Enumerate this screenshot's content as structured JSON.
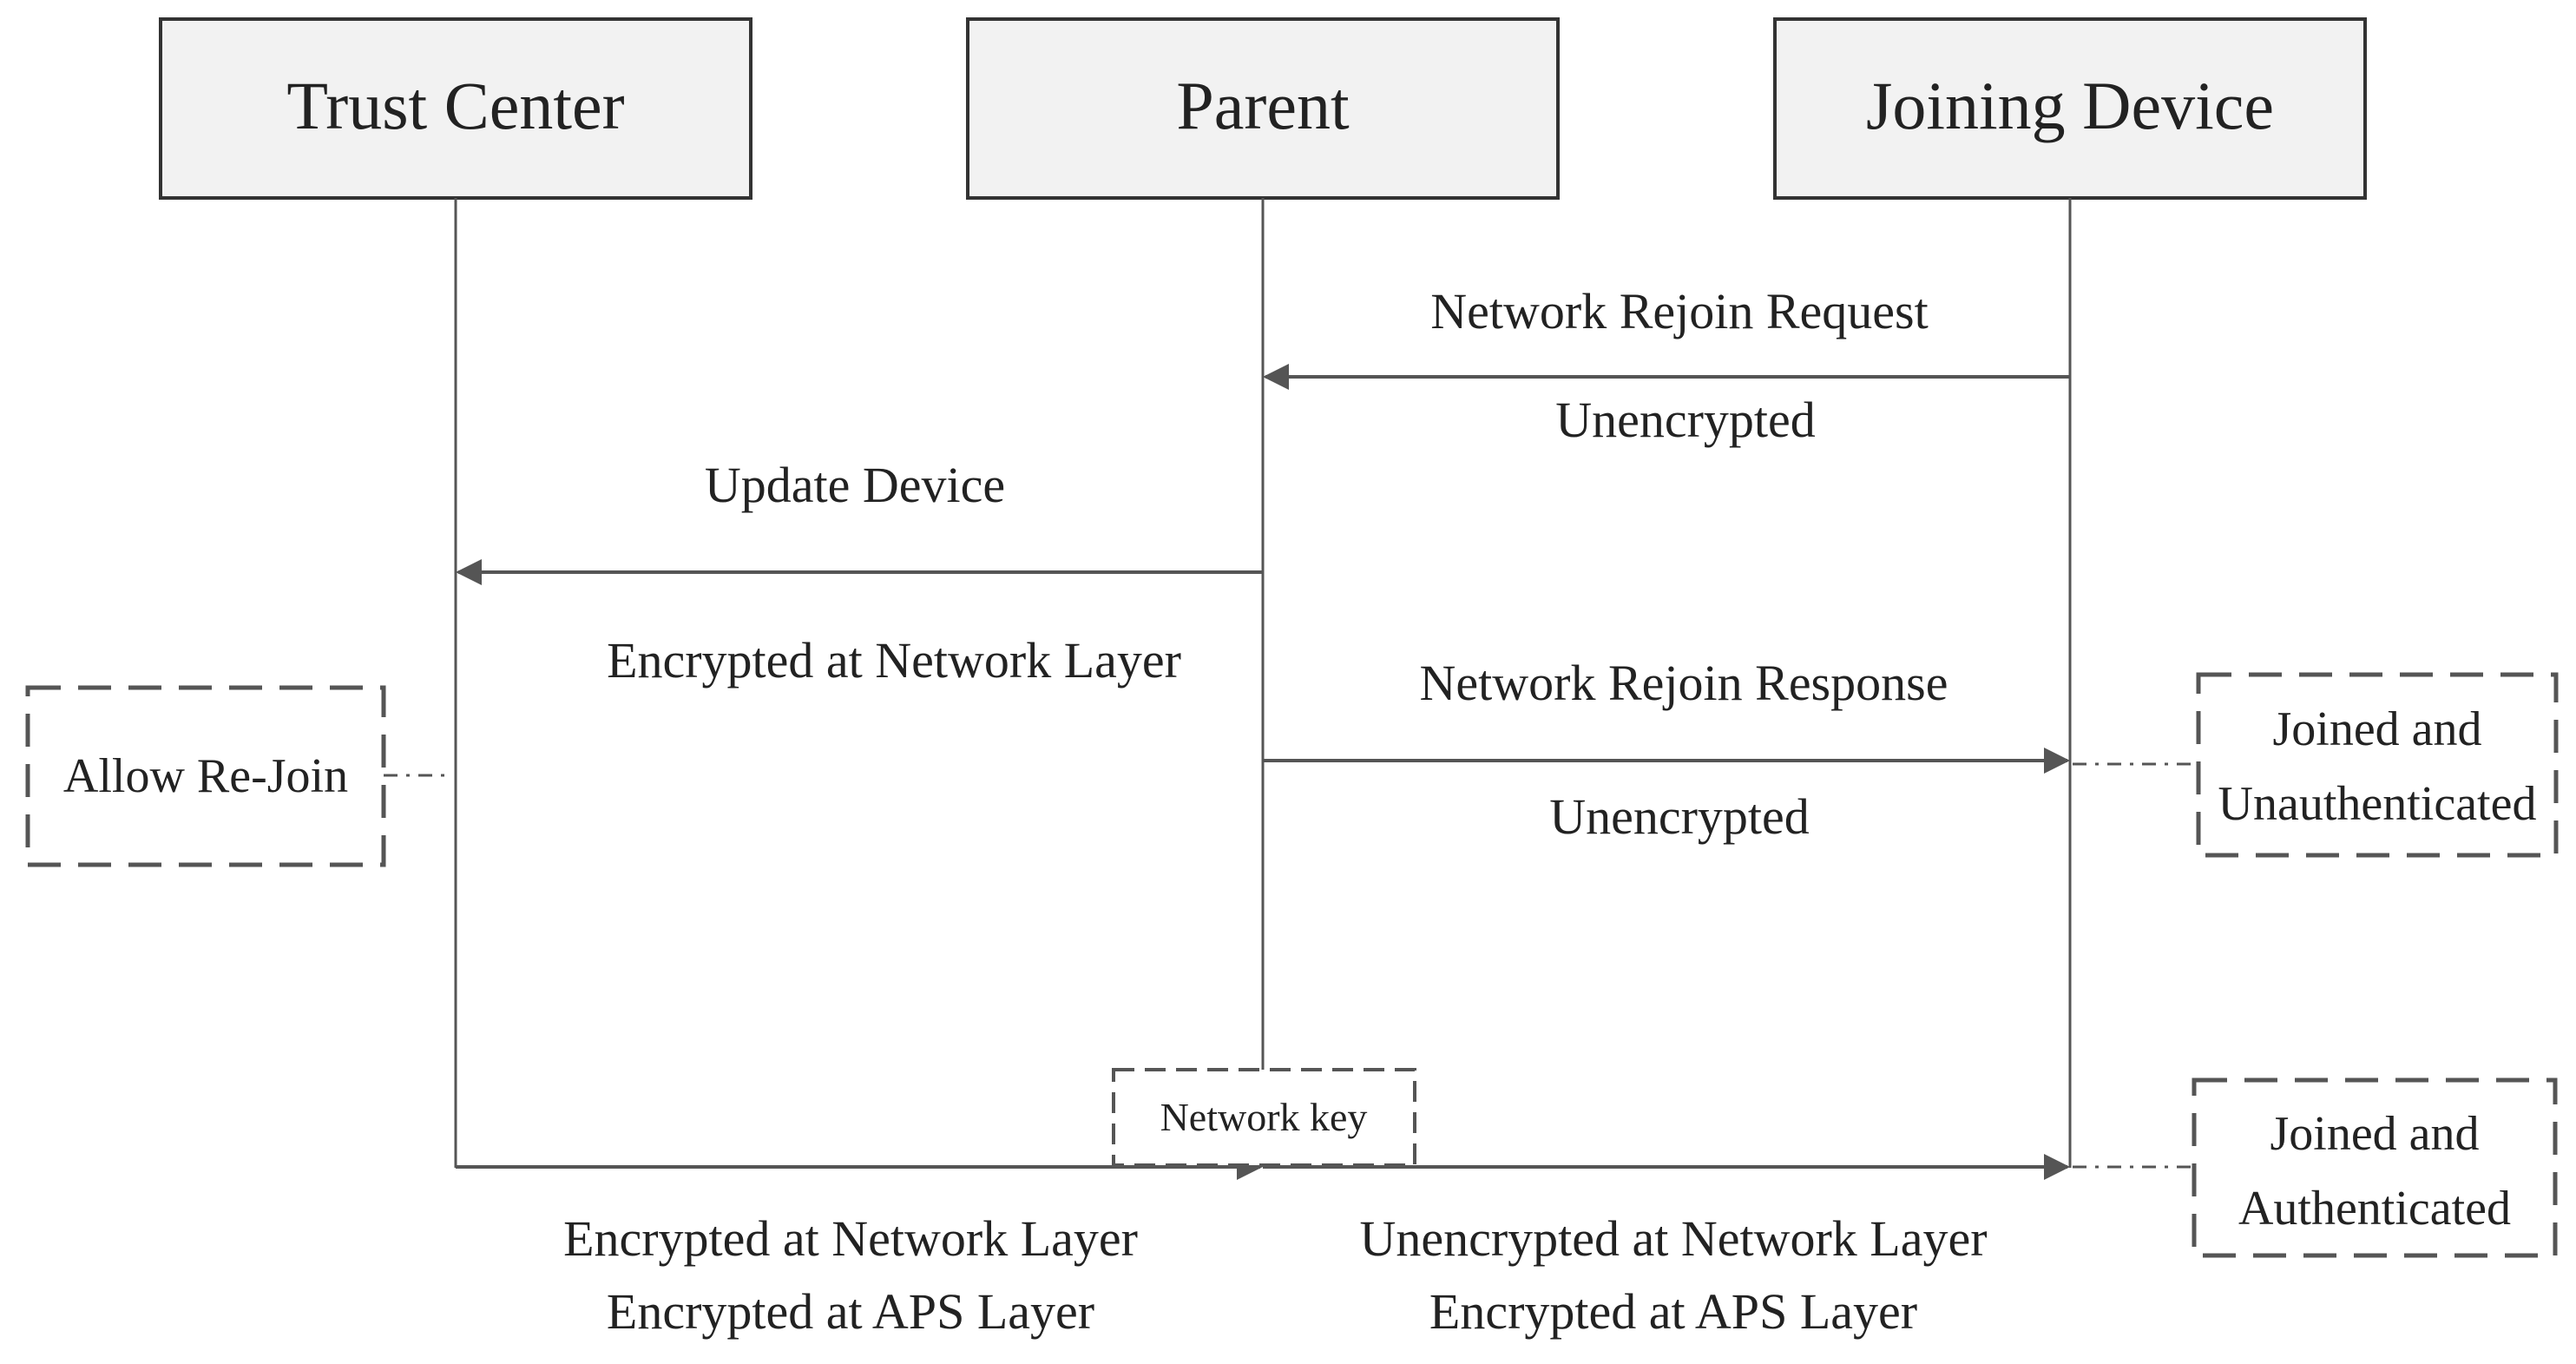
{
  "participants": [
    {
      "id": "trust-center",
      "label": "Trust Center"
    },
    {
      "id": "parent",
      "label": "Parent"
    },
    {
      "id": "joining-device",
      "label": "Joining Device"
    }
  ],
  "messages": {
    "rejoin_request": {
      "title": "Network Rejoin Request",
      "subtitle": "Unencrypted"
    },
    "update_device": {
      "title": "Update Device",
      "subtitle": "Encrypted at Network Layer"
    },
    "rejoin_response": {
      "title": "Network Rejoin Response",
      "subtitle": "Unencrypted"
    },
    "network_key": {
      "label": "Network key",
      "left_line1": "Encrypted at Network Layer",
      "left_line2": "Encrypted at APS Layer",
      "right_line1": "Unencrypted at Network Layer",
      "right_line2": "Encrypted at APS Layer"
    }
  },
  "states": {
    "allow_rejoin": "Allow Re-Join",
    "unauth_line1": "Joined and",
    "unauth_line2": "Unauthenticated",
    "auth_line1": "Joined and",
    "auth_line2": "Authenticated"
  },
  "colors": {
    "box_fill": "#f2f2f2",
    "line": "#555555",
    "text": "#222222",
    "dashed": "#555555"
  }
}
